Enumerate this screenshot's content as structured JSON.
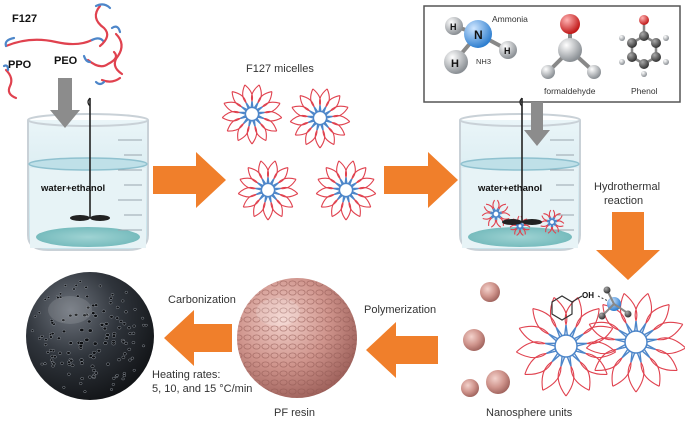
{
  "labels": {
    "f127": "F127",
    "ppo": "PPO",
    "peo": "PEO",
    "solvent_1": "water+ethanol",
    "solvent_2": "water+ethanol",
    "micelles": "F127 micelles",
    "ammonia": "Ammonia",
    "nh3": "NH3",
    "n_atom": "N",
    "h_atom_1": "H",
    "h_atom_2": "H",
    "h_atom_3": "H",
    "formaldehyde": "formaldehyde",
    "phenol": "Phenol",
    "hydrothermal_1": "Hydrothermal",
    "hydrothermal_2": "reaction",
    "polymerization": "Polymerization",
    "carbonization": "Carbonization",
    "heating_1": "Heating rates:",
    "heating_2": "5, 10, and 15 °C/min",
    "pf_resin": "PF resin",
    "nanosphere_units": "Nanosphere units",
    "oh": "OH"
  },
  "colors": {
    "arrow": "#f07f2b",
    "red_chain": "#e0424f",
    "blue_chain": "#4d86c9",
    "pink_sphere": "#c98a84",
    "dark_sphere": "#2b2f36",
    "liquid": "#cfe7ee",
    "liquid_top": "#a9d3df",
    "beaker": "#cfd6dc"
  }
}
